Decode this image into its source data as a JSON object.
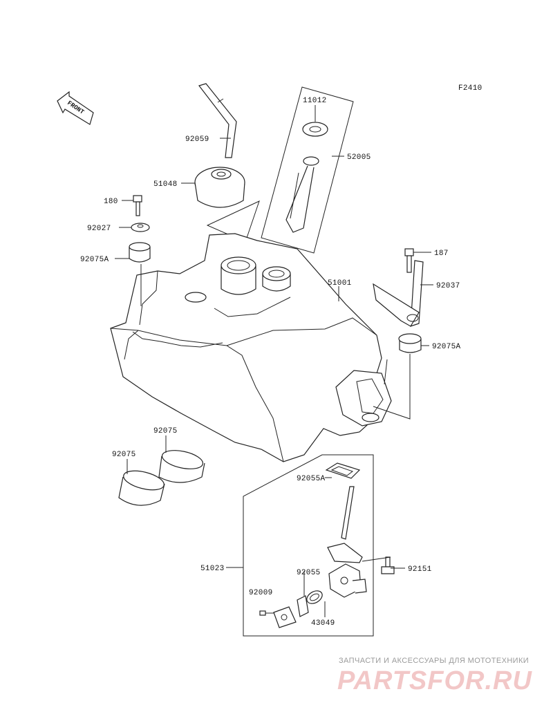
{
  "diagram_code": "F2410",
  "front_arrow_text": "FRONT",
  "parts": {
    "p11012": "11012",
    "p52005": "52005",
    "p92059": "92059",
    "p51048": "51048",
    "p180": "180",
    "p92027": "92027",
    "p92075A_left": "92075A",
    "p187": "187",
    "p92037": "92037",
    "p51001": "51001",
    "p92075A_right": "92075A",
    "p92075_a": "92075",
    "p92075_b": "92075",
    "p92055A": "92055A",
    "p51023": "51023",
    "p92055": "92055",
    "p92151": "92151",
    "p92009": "92009",
    "p43049": "43049"
  },
  "watermark": {
    "tagline": "ЗАПЧАСТИ И АКСЕССУАРЫ ДЛЯ МОТОТЕХНИКИ",
    "logo": "PARTSFOR.RU"
  }
}
